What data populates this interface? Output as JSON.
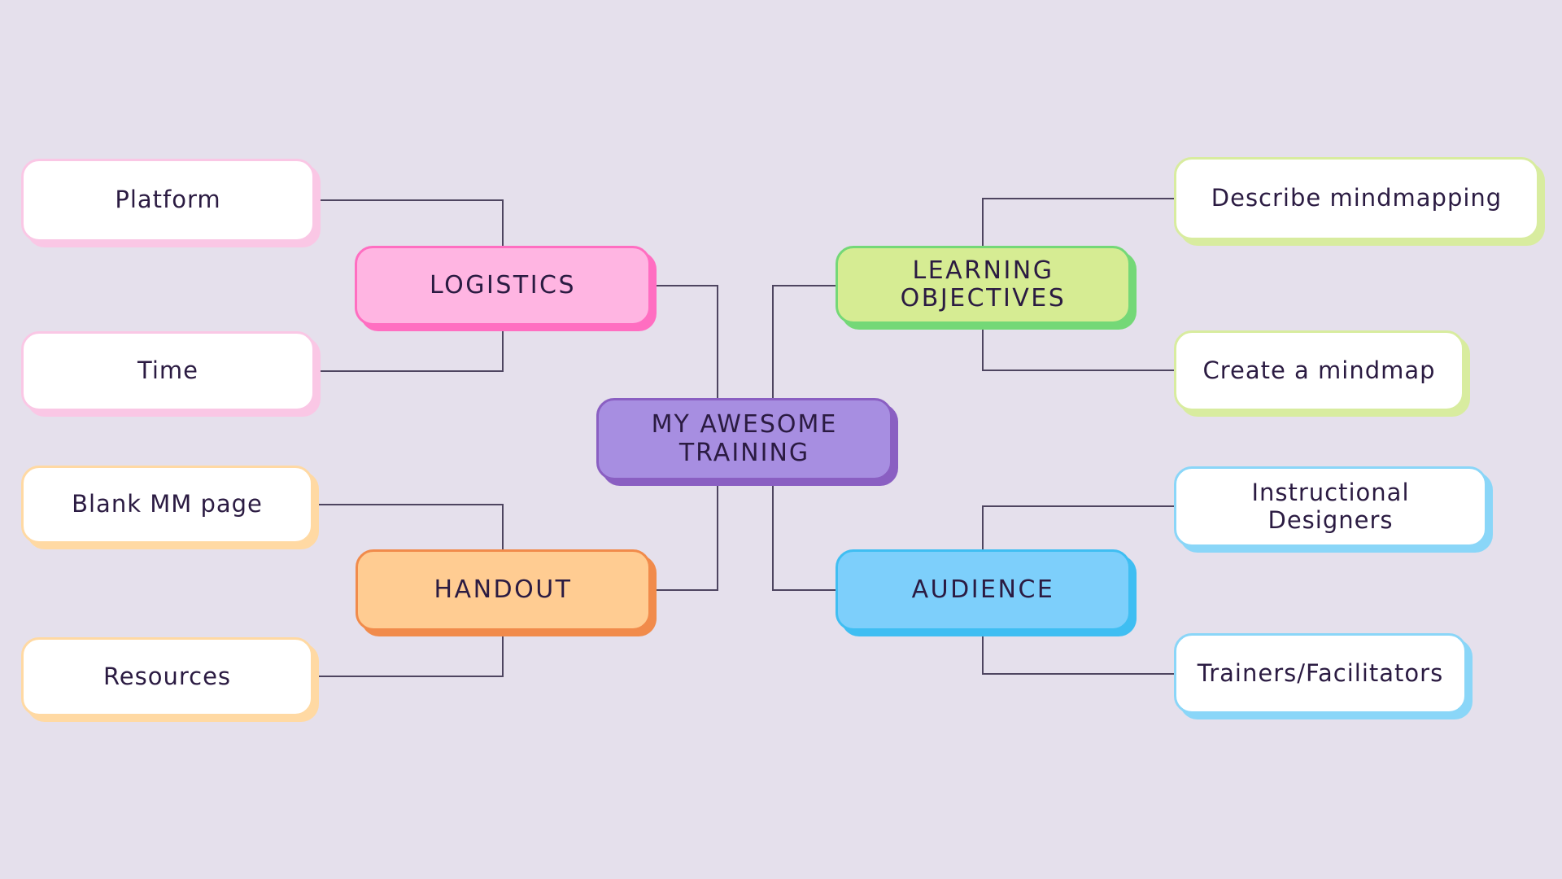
{
  "canvas": {
    "background": "#E5E0EC",
    "connector_color": "#4E4560",
    "text_color": "#2B1B42"
  },
  "mindmap": {
    "center": {
      "label": "MY AWESOME TRAINING",
      "fill": "#A78EE1",
      "border": "#8A5FC2"
    },
    "branches": [
      {
        "topic": {
          "label": "LOGISTICS",
          "fill": "#FFB5E2",
          "border": "#FF6EC1"
        },
        "children": [
          {
            "label": "Platform",
            "fill": "#FFFFFF",
            "border": "#FAC7E5"
          },
          {
            "label": "Time",
            "fill": "#FFFFFF",
            "border": "#FAC7E5"
          }
        ]
      },
      {
        "topic": {
          "label": "LEARNING OBJECTIVES",
          "fill": "#D6EC93",
          "border": "#74D877"
        },
        "children": [
          {
            "label": "Describe mindmapping",
            "fill": "#FFFFFF",
            "border": "#D8EC9F"
          },
          {
            "label": "Create a mindmap",
            "fill": "#FFFFFF",
            "border": "#D8EC9F"
          }
        ]
      },
      {
        "topic": {
          "label": "HANDOUT",
          "fill": "#FFCC92",
          "border": "#F18B4B"
        },
        "children": [
          {
            "label": "Blank MM page",
            "fill": "#FFFFFF",
            "border": "#FFD9A3"
          },
          {
            "label": "Resources",
            "fill": "#FFFFFF",
            "border": "#FFD9A3"
          }
        ]
      },
      {
        "topic": {
          "label": "AUDIENCE",
          "fill": "#7DCFFB",
          "border": "#3FBEF2"
        },
        "children": [
          {
            "label": "Instructional Designers",
            "fill": "#FFFFFF",
            "border": "#8AD6F8"
          },
          {
            "label": "Trainers/Facilitators",
            "fill": "#FFFFFF",
            "border": "#8AD6F8"
          }
        ]
      }
    ]
  }
}
